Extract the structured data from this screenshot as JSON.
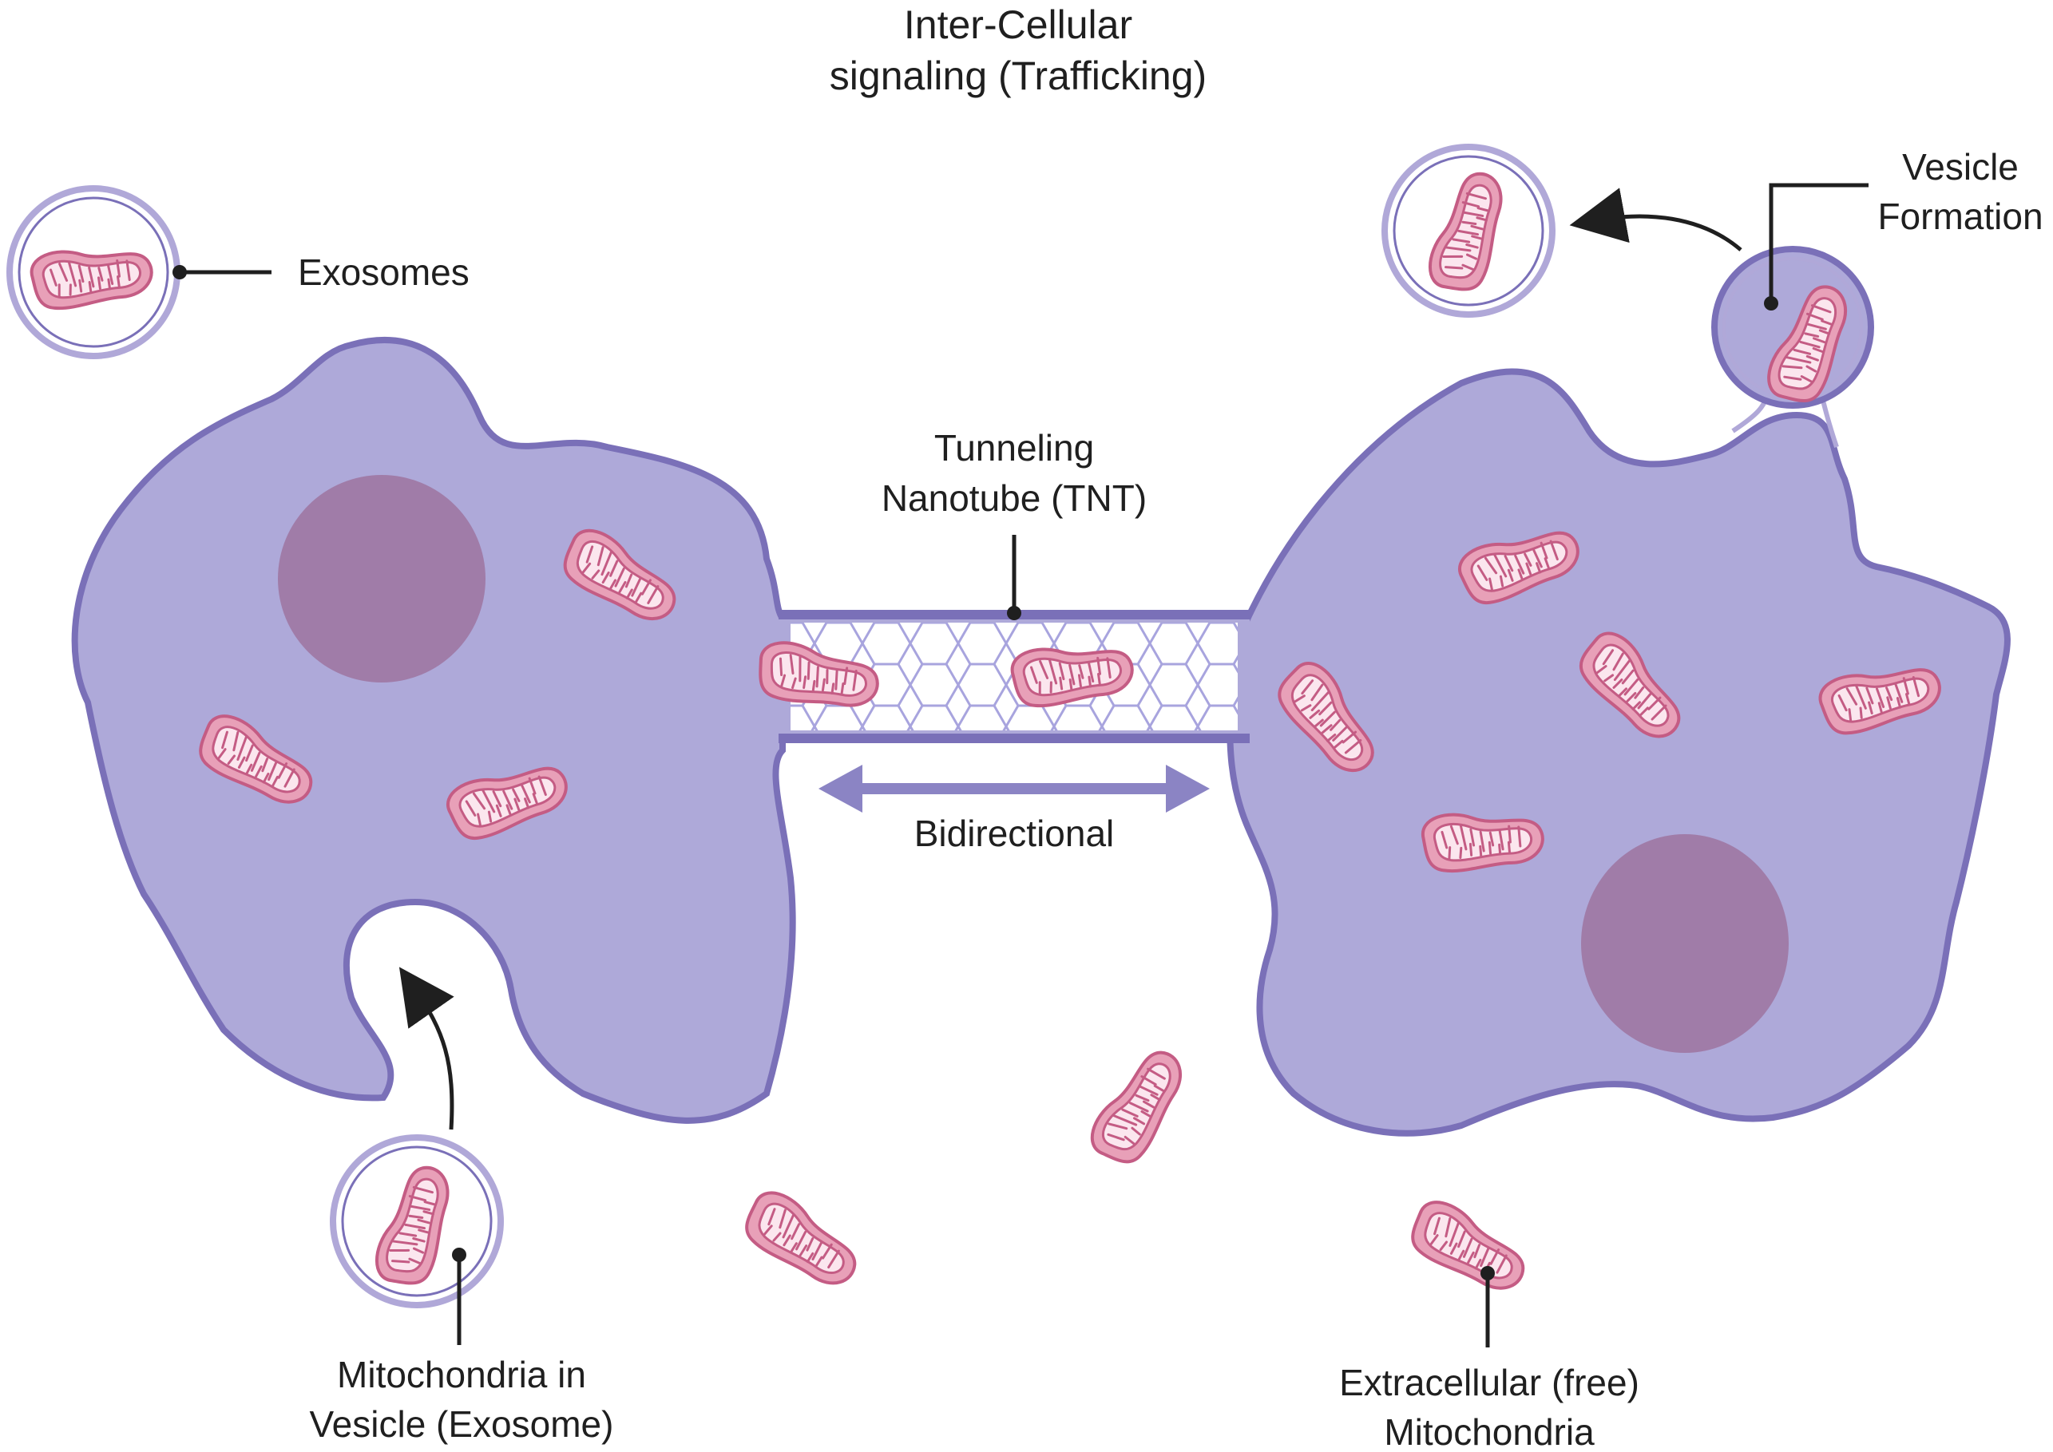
{
  "title": {
    "line1": "Inter-Cellular",
    "line2": "signaling (Trafficking)"
  },
  "labels": {
    "exosomes": "Exosomes",
    "vesicle_formation": {
      "line1": "Vesicle",
      "line2": "Formation"
    },
    "tnt": {
      "line1": "Tunneling",
      "line2": "Nanotube (TNT)"
    },
    "bidirectional": "Bidirectional",
    "mito_in_vesicle": {
      "line1": "Mitochondria in",
      "line2": "Vesicle (Exosome)"
    },
    "extracellular": {
      "line1": "Extracellular (free)",
      "line2": "Mitochondria"
    }
  },
  "colors": {
    "cell_fill": "#AEA9D9",
    "cell_stroke": "#7A70B8",
    "nucleus": "#A07CA8",
    "mito_fill": "#E8A0B8",
    "mito_stroke": "#C45C84",
    "mito_inner": "#FBE6EE",
    "vesicle_stroke": "#B0A8D8",
    "tnt_mesh": "#A8A4DE",
    "arrow_dark": "#1f1f1f",
    "arrow_bidirectional": "#8B84C4"
  }
}
